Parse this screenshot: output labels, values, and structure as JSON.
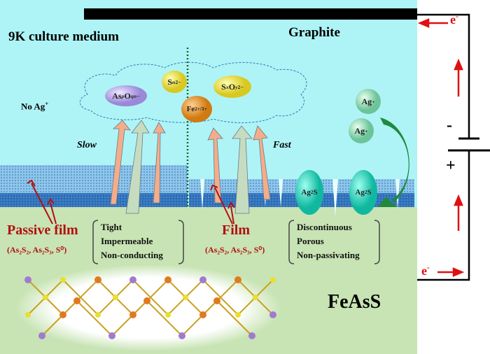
{
  "title_medium": "9K culture medium",
  "electrode": "Graphite",
  "no_ag": "No Ag",
  "no_ag_sup": "+",
  "slow": "Slow",
  "fast": "Fast",
  "ions": {
    "aspoq": {
      "base": "As",
      "s1": "p",
      "base2": "O",
      "s2": "q",
      "sup": "n−"
    },
    "sn": {
      "base": "S",
      "sub": "n",
      "sup": "2−"
    },
    "sxoy": {
      "base": "S",
      "s1": "x",
      "base2": "O",
      "s2": "y",
      "sup": "2−"
    },
    "fe": {
      "base": "Fe",
      "sup": "2+/3+"
    },
    "ag1": {
      "base": "Ag",
      "sup": "+"
    },
    "ag2": {
      "base": "Ag",
      "sup": "+"
    },
    "ag2s": {
      "base": "Ag",
      "sub": "2",
      "base2": "S"
    }
  },
  "passive_film": "Passive film",
  "passive_film_comp": "(As₂S₂, As₂S₃, S⁰)",
  "passive_props": [
    "Tight",
    "Impermeable",
    "Non-conducting"
  ],
  "film": "Film",
  "film_comp": "(As₂S₂, As₂S₃, S⁰)",
  "film_props": [
    "Discontinuous",
    "Porous",
    "Non-passivating"
  ],
  "mineral": "FeAsS",
  "electron_top": "e",
  "electron_bottom": "e",
  "electron_sup": "-",
  "battery_minus": "-",
  "battery_plus": "+",
  "colors": {
    "medium": "#aef4f6",
    "mineral_bg": "#c8e4b4",
    "film_dark": "#2f6fb8",
    "red": "#b21010",
    "green_arrow": "#1f8a3c"
  }
}
